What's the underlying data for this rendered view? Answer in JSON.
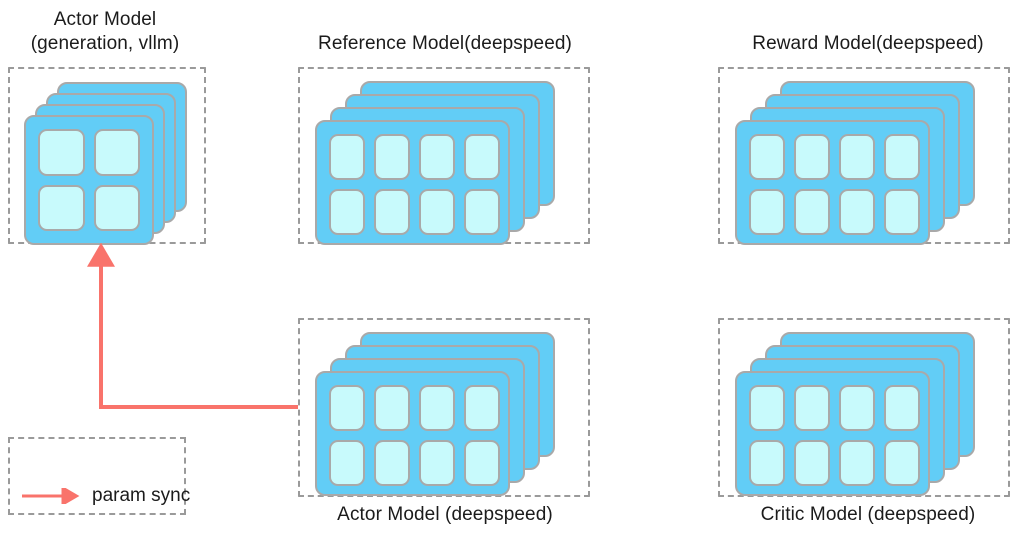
{
  "diagram": {
    "title_hidden": "",
    "accent_color": "#f9736b",
    "card_color": "#62cdf6",
    "cell_color": "#c8fafc",
    "border_color": "#a9a9a9",
    "dash_color": "#9a9a9a"
  },
  "groups": [
    {
      "id": "actor-vllm",
      "label": "Actor Model\n(generation, vllm)",
      "label_position": "top",
      "cards": 4,
      "grid_cols": 2,
      "grid_rows": 2,
      "cells": 4
    },
    {
      "id": "reference",
      "label": "Reference Model(deepspeed)",
      "label_position": "top",
      "cards": 4,
      "grid_cols": 4,
      "grid_rows": 2,
      "cells": 8
    },
    {
      "id": "reward",
      "label": "Reward Model(deepspeed)",
      "label_position": "top",
      "cards": 4,
      "grid_cols": 4,
      "grid_rows": 2,
      "cells": 8
    },
    {
      "id": "actor-deepspeed",
      "label": "Actor Model (deepspeed)",
      "label_position": "bottom",
      "cards": 4,
      "grid_cols": 4,
      "grid_rows": 2,
      "cells": 8
    },
    {
      "id": "critic",
      "label": "Critic Model (deepspeed)",
      "label_position": "bottom",
      "cards": 4,
      "grid_cols": 4,
      "grid_rows": 2,
      "cells": 8
    }
  ],
  "legend": {
    "label": "param sync",
    "arrow_color": "#f9736b"
  },
  "connection": {
    "from": "actor-deepspeed",
    "to": "actor-vllm",
    "label": "param sync",
    "color": "#f9736b"
  }
}
